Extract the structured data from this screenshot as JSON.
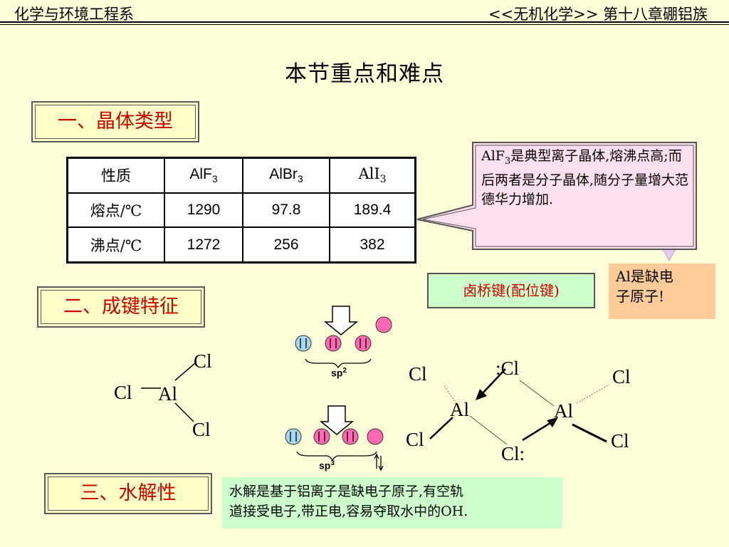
{
  "header": {
    "left": "化学与环境工程系",
    "right": "<<无机化学>>  第十八章硼铝族"
  },
  "title": "本节重点和难点",
  "sections": {
    "s1": "一、晶体类型",
    "s2": "二、成键特征",
    "s3": "三、水解性"
  },
  "table": {
    "header": [
      "性质",
      "AlF",
      "3",
      "AlBr",
      "3",
      "AlI",
      "3"
    ],
    "rows": [
      {
        "label": "熔点/℃",
        "values": [
          "1290",
          "97.8",
          "189.4"
        ]
      },
      {
        "label": "沸点/℃",
        "values": [
          "1272",
          "256",
          "382"
        ]
      }
    ]
  },
  "callout": {
    "p1": "AlF",
    "sub": "3",
    "p2": "是典型离子晶体,熔沸点高;而后两者是分子晶体,随分子量增大范德华力增加."
  },
  "bridge_label": "卤桥键(配位键)",
  "deficient": {
    "line1": "Al是缺电",
    "line2": "子原子!"
  },
  "hydrolysis": {
    "line1": "水解是基于铝离子是缺电子原子,有空轨",
    "line2": "道接受电子,带正电,容易夺取水中的OH."
  },
  "monomer": {
    "cl_top": "Cl",
    "cl_left": "Cl",
    "al": "Al",
    "cl_bottom": "Cl"
  },
  "orbitals": {
    "sp2_label": "sp",
    "sp2_sup": "2",
    "sp3_label": "sp",
    "sp3_sup": "3"
  },
  "dimer": {
    "cl_bridge_top": ":Cl",
    "cl_tl": "Cl",
    "cl_tr": "Cl",
    "al_left": "Al",
    "al_right": "Al",
    "cl_bl": "Cl",
    "cl_br": "Cl",
    "cl_bridge_bottom": "Cl:"
  },
  "colors": {
    "section_text": "#cc0000",
    "background": "#fefed8",
    "green_box": "#ccffcc",
    "peach_box": "#ffcc99",
    "callout_fill": "#ffe0f0",
    "orbital_blue": "#a8d8ee",
    "orbital_pink": "#ff69b4"
  }
}
